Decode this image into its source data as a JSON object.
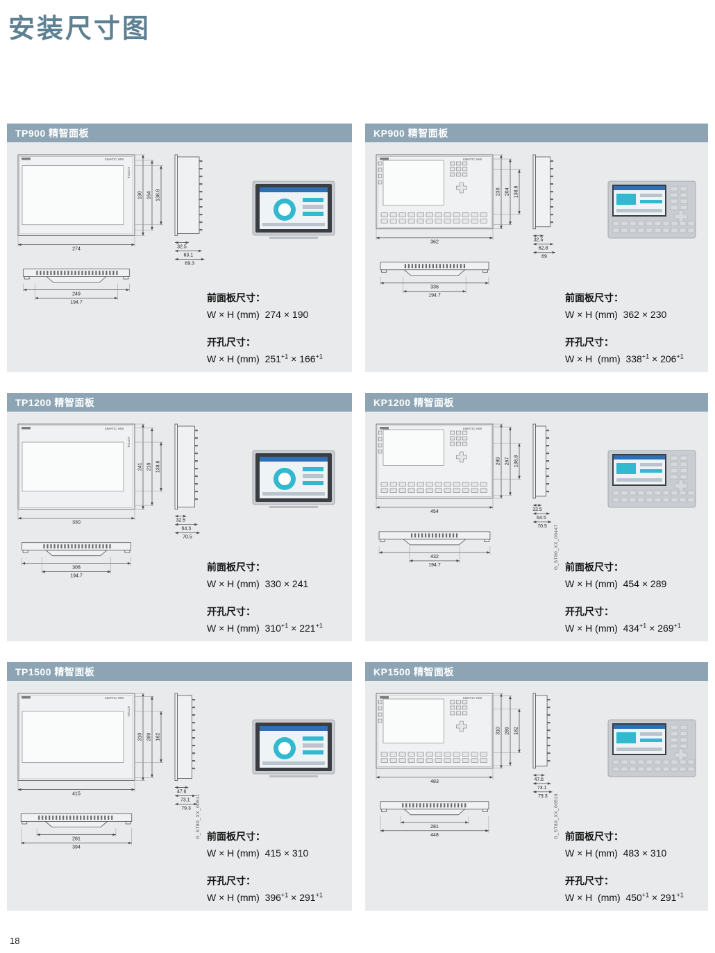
{
  "page": {
    "title": "安装尺寸图",
    "page_number": "18"
  },
  "colors": {
    "header_bar": "#8ca4b4",
    "section_bg": "#e8eaeb",
    "title": "#5d8093"
  },
  "labels": {
    "front_panel_label": "前面板尺寸：",
    "cutout_label": "开孔尺寸："
  },
  "drawing_text": {
    "brand": "SIMATIC HMI",
    "touch": "TOUCH"
  },
  "panels": [
    {
      "kind": "TP",
      "header": "TP900 精智面板",
      "code": "",
      "front_view": {
        "width_label": "274",
        "height_labels": [
          "190",
          "164",
          "138.8"
        ]
      },
      "side_view": {
        "depth_labels": [
          "32.5",
          "63.1",
          "69.3"
        ]
      },
      "bottom_view": {
        "width_labels": [
          "249",
          "194.7"
        ]
      },
      "front_size": "W × H (mm)  274 × 190",
      "cutout": {
        "p1": "W × H (mm)  251",
        "s1": "+1",
        "p2": " × 166",
        "s2": "+1"
      }
    },
    {
      "kind": "KP",
      "header": "KP900 精智面板",
      "code": "",
      "front_view": {
        "width_label": "362",
        "height_labels": [
          "230",
          "204",
          "138.8"
        ]
      },
      "side_view": {
        "depth_labels": [
          "32.5",
          "62.8",
          "69"
        ]
      },
      "bottom_view": {
        "width_labels": [
          "336",
          "194.7"
        ]
      },
      "front_size": "W × H (mm)  362 × 230",
      "cutout": {
        "p1": "W × H  (mm)  338",
        "s1": "+1",
        "p2": " × 206",
        "s2": "+1"
      }
    },
    {
      "kind": "TP",
      "header": "TP1200 精智面板",
      "code": "",
      "front_view": {
        "width_label": "330",
        "height_labels": [
          "241",
          "219",
          "138.8"
        ]
      },
      "side_view": {
        "depth_labels": [
          "32.5",
          "64.3",
          "70.5"
        ]
      },
      "bottom_view": {
        "width_labels": [
          "308",
          "194.7"
        ]
      },
      "front_size": "W × H (mm)  330 × 241",
      "cutout": {
        "p1": "W × H (mm)  310",
        "s1": "+1",
        "p2": " × 221",
        "s2": "+1"
      }
    },
    {
      "kind": "KP",
      "header": "KP1200 精智面板",
      "code": "G_ST80_XX_00447",
      "front_view": {
        "width_label": "454",
        "height_labels": [
          "289",
          "267",
          "138.8"
        ]
      },
      "side_view": {
        "depth_labels": [
          "32.5",
          "64.5",
          "70.5"
        ]
      },
      "bottom_view": {
        "width_labels": [
          "432",
          "194.7"
        ]
      },
      "front_size": "W × H (mm)  454 × 289",
      "cutout": {
        "p1": "W × H (mm)  434",
        "s1": "+1",
        "p2": " × 269",
        "s2": "+1"
      }
    },
    {
      "kind": "TP",
      "header": "TP1500 精智面板",
      "code": "G_ST80_XX_00511",
      "front_view": {
        "width_label": "415",
        "height_labels": [
          "310",
          "289",
          "182"
        ]
      },
      "side_view": {
        "depth_labels": [
          "47.6",
          "73.1",
          "79.3"
        ]
      },
      "bottom_view": {
        "width_labels": [
          "281",
          "394"
        ]
      },
      "front_size": "W × H (mm)  415 × 310",
      "cutout": {
        "p1": "W × H (mm)  396",
        "s1": "+1",
        "p2": " × 291",
        "s2": "+1"
      }
    },
    {
      "kind": "KP",
      "header": "KP1500 精智面板",
      "code": "G_ST80_XX_00510",
      "front_view": {
        "width_label": "483",
        "height_labels": [
          "310",
          "289",
          "182"
        ]
      },
      "side_view": {
        "depth_labels": [
          "47.6",
          "73.1",
          "79.3"
        ]
      },
      "bottom_view": {
        "width_labels": [
          "281",
          "448"
        ]
      },
      "front_size": "W × H (mm)  483 × 310",
      "cutout": {
        "p1": "W × H  (mm)  450",
        "s1": "+1",
        "p2": " × 291",
        "s2": "+1"
      }
    }
  ]
}
